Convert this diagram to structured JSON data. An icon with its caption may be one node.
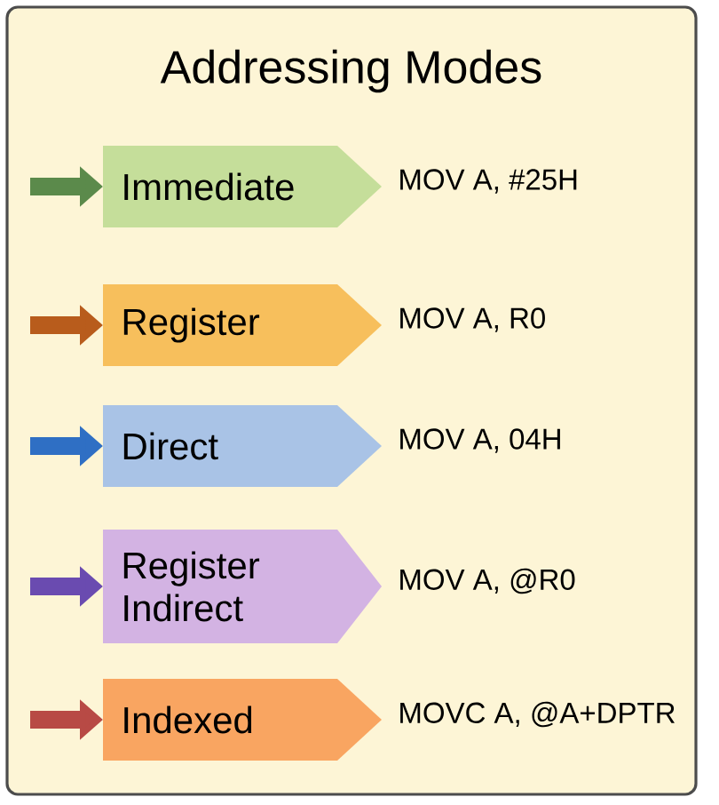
{
  "diagram": {
    "title": "Addressing Modes",
    "nodes": [
      {
        "text": [
          "Immediate"
        ],
        "beside": [
          "MOV A, #25H"
        ]
      },
      {
        "text": [
          "Register"
        ],
        "beside": [
          "MOV A, R0"
        ]
      },
      {
        "text": [
          "Direct"
        ],
        "beside": [
          "MOV A, 04H"
        ]
      },
      {
        "text": [
          "Register Indirect"
        ],
        "beside": [
          "MOV A, @R0"
        ]
      },
      {
        "text": [
          "Indexed"
        ],
        "beside": [
          "MOVC A, @A+DPTR"
        ]
      }
    ],
    "edges": [
      {
        "from": null,
        "to": 0,
        "arrow": "to",
        "color": "#5b8a4b"
      },
      {
        "from": null,
        "to": 1,
        "arrow": "to",
        "color": "#b85c1c"
      },
      {
        "from": null,
        "to": 2,
        "arrow": "to",
        "color": "#2f6fc4"
      },
      {
        "from": null,
        "to": 3,
        "arrow": "to",
        "color": "#6a4bb0"
      },
      {
        "from": null,
        "to": 4,
        "arrow": "to",
        "color": "#b84a45"
      }
    ]
  }
}
